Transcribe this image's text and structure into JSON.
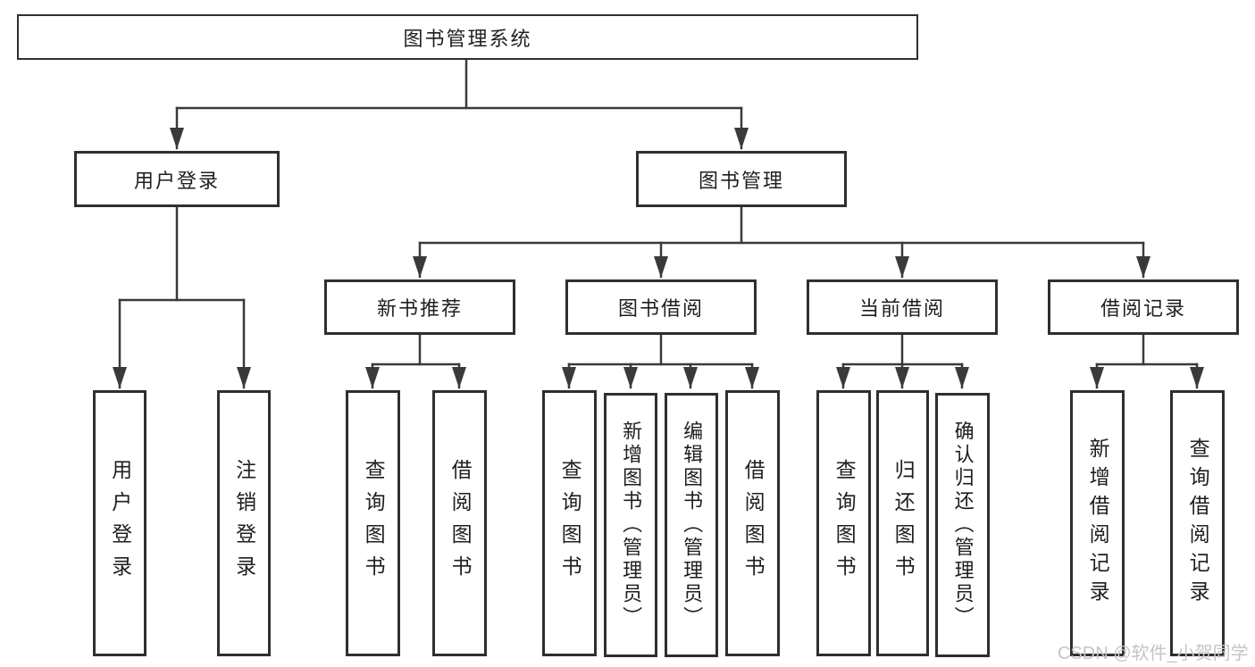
{
  "diagram": {
    "root": {
      "label": "图书管理系统"
    },
    "branches": {
      "user_login": {
        "label": "用户登录"
      },
      "book_management": {
        "label": "图书管理"
      }
    },
    "modules": [
      {
        "label": "新书推荐"
      },
      {
        "label": "图书借阅"
      },
      {
        "label": "当前借阅"
      },
      {
        "label": "借阅记录"
      }
    ],
    "leaves": [
      {
        "label": "用户登录"
      },
      {
        "label": "注销登录"
      },
      {
        "label": "查询图书"
      },
      {
        "label": "借阅图书"
      },
      {
        "label": "查询图书"
      },
      {
        "label": "新增图书（管理员）"
      },
      {
        "label": "编辑图书（管理员）"
      },
      {
        "label": "借阅图书"
      },
      {
        "label": "查询图书"
      },
      {
        "label": "归还图书"
      },
      {
        "label": "确认归还（管理员）"
      },
      {
        "label": "新增借阅记录"
      },
      {
        "label": "查询借阅记录"
      }
    ]
  },
  "watermark": {
    "text": "CSDN @软件_小贺同学"
  },
  "colors": {
    "line": "#3a3a3a",
    "border": "#2f2f2f",
    "text": "#1f1f1f",
    "background": "#ffffff",
    "watermark": "#c5c5c5"
  }
}
